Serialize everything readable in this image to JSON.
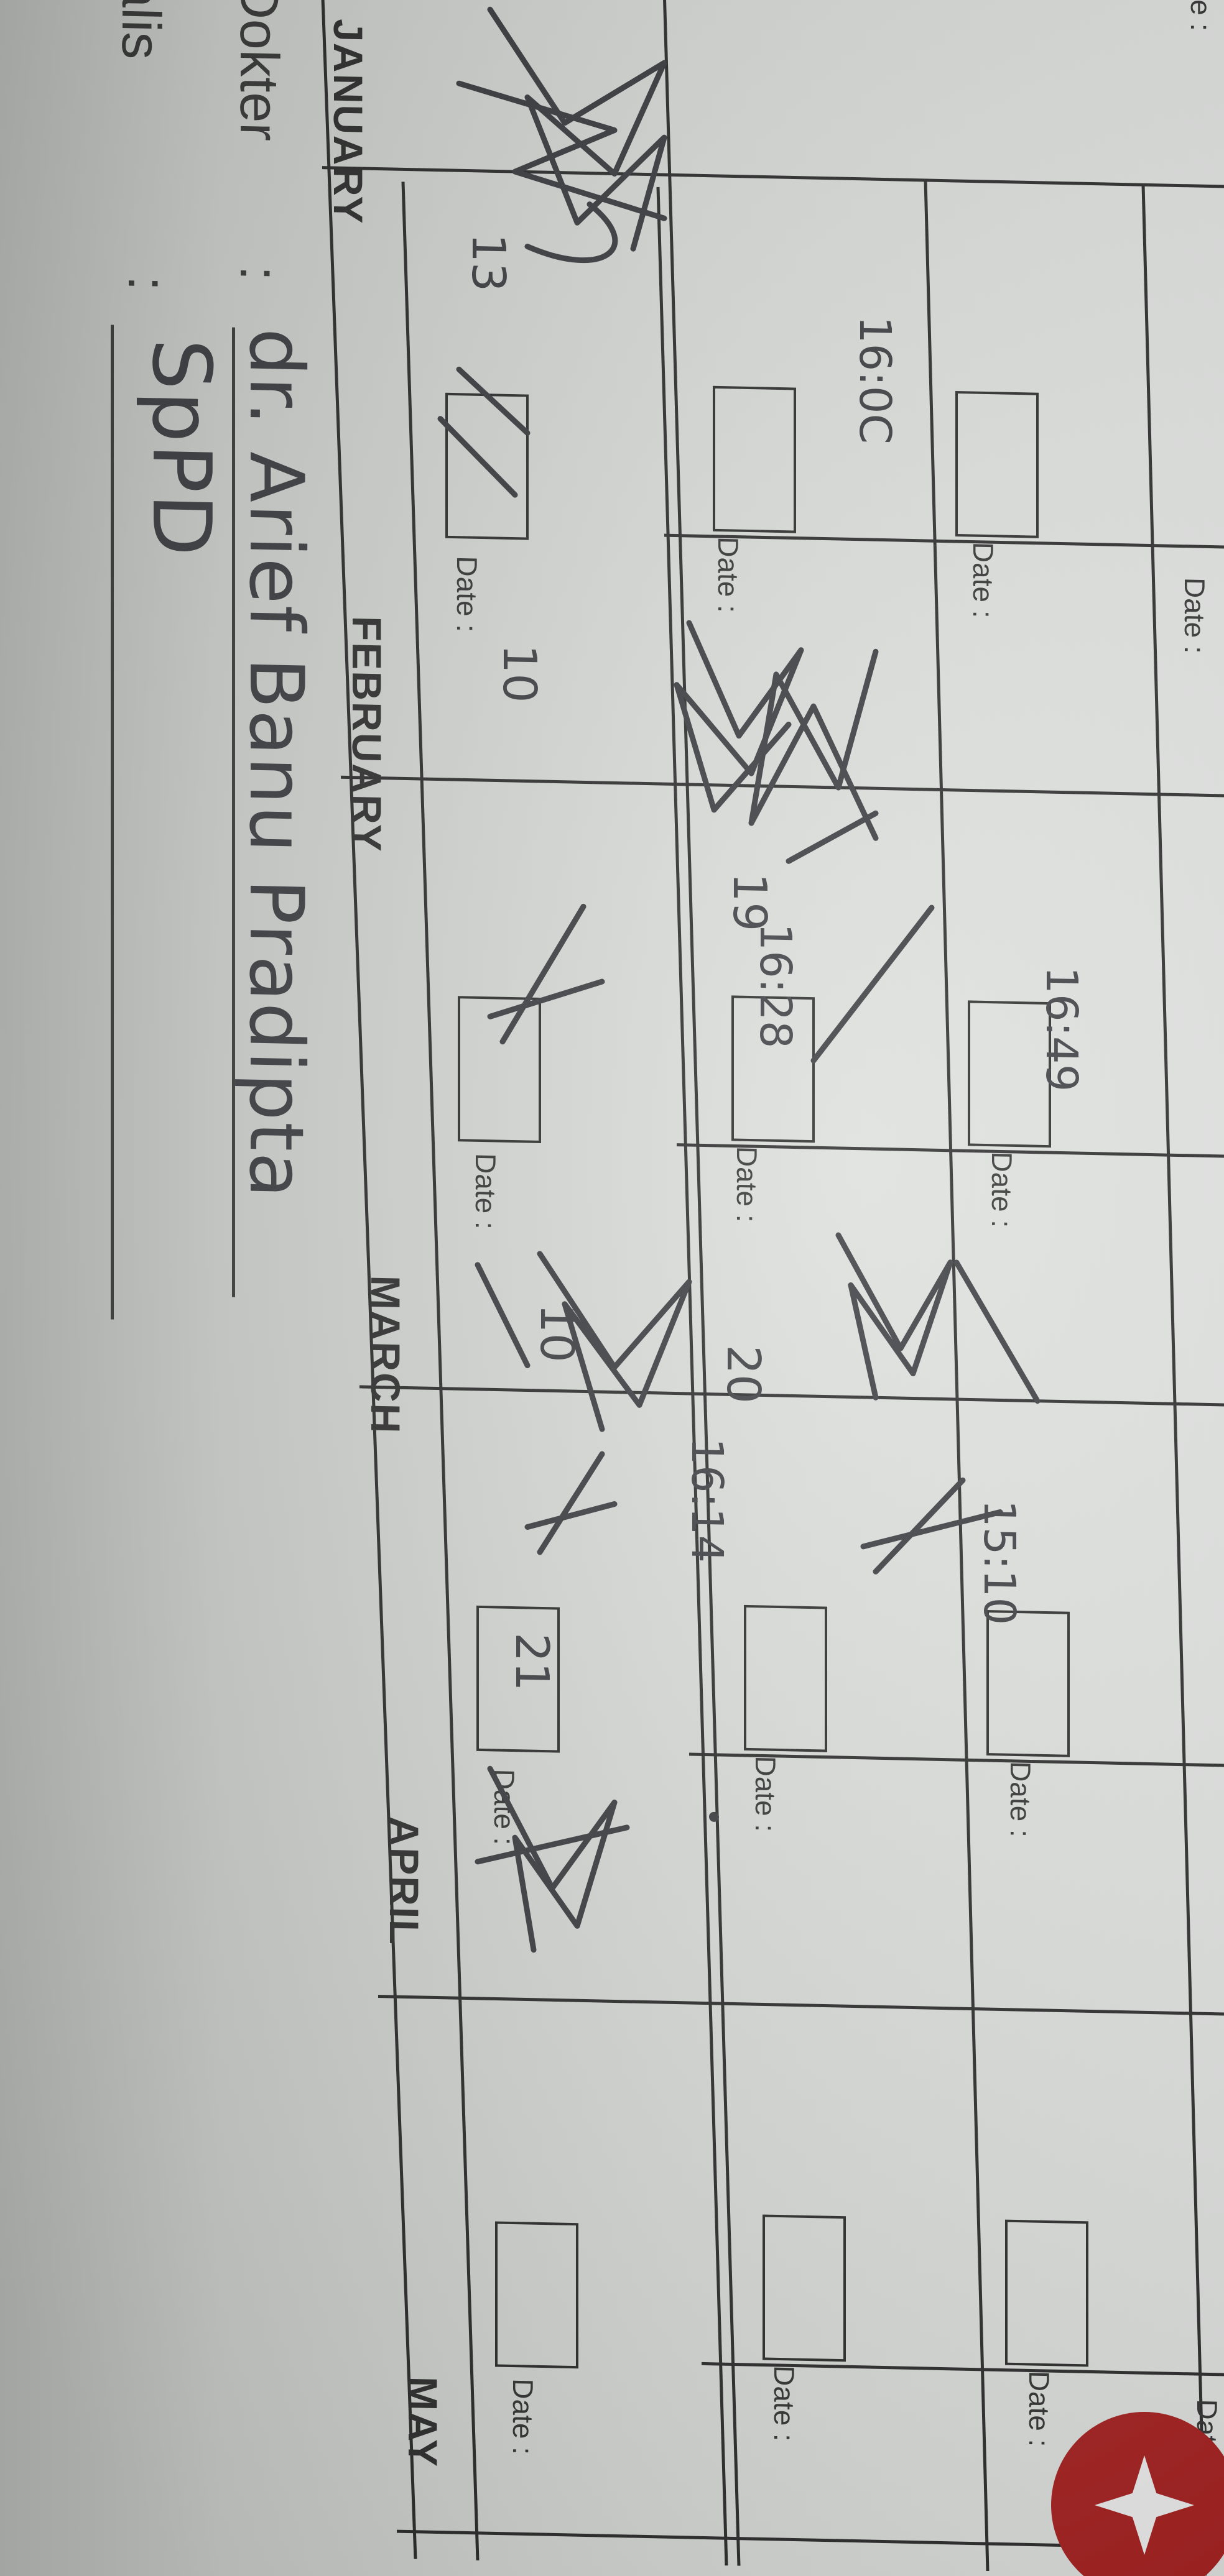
{
  "header": {
    "doctor_label": "Dokter",
    "doctor_colon": ":",
    "doctor_name": "dr. Arief Banu Pradipta",
    "specialist_label": "alis",
    "specialist_colon": ":",
    "specialist_value": "SpPD",
    "row_label_fragment": "e :"
  },
  "months": [
    "JANUARY",
    "FEBRUARY",
    "MARCH",
    "APRIL",
    "MAY"
  ],
  "date_label": "Date :",
  "entries": [
    {
      "month": "JANUARY",
      "day": "13",
      "time": "16:0C"
    },
    {
      "month": "FEBRUARY",
      "day": "10",
      "time": "16:28"
    },
    {
      "month": "FEBRUARY",
      "day": "19",
      "time": "16:49"
    },
    {
      "month": "MARCH",
      "day": "10",
      "time": "16:14"
    },
    {
      "month": "MARCH",
      "day": "20",
      "time": "15:10"
    },
    {
      "month": "APRIL",
      "day": "21",
      "time": ""
    }
  ],
  "colors": {
    "paper": "#d9dcd9",
    "ink": "#3c3e42",
    "print": "#2f2f2f",
    "logo": "#a8201f"
  }
}
